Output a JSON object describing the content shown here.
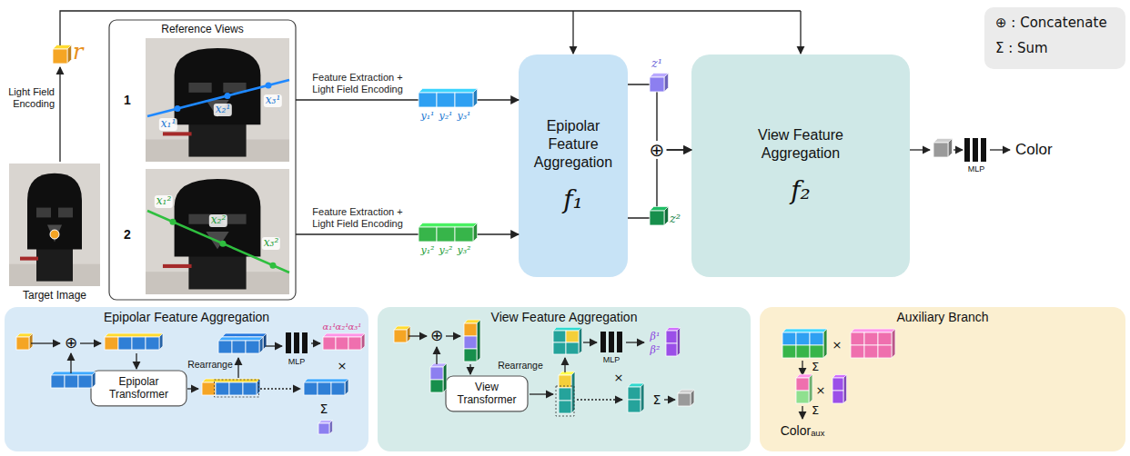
{
  "diagram": {
    "nodes": [
      {
        "text": [
          "Reference Views"
        ]
      },
      {
        "text": [
          "Epipolar Feature Aggregation",
          "f₁"
        ]
      },
      {
        "text": [
          "View Feature Aggregation",
          "f₂"
        ]
      },
      {
        "text": [
          "Epipolar Feature Aggregation"
        ]
      },
      {
        "text": [
          "Epipolar Transformer"
        ],
        "in": 3
      },
      {
        "text": [
          "View Feature Aggregation"
        ]
      },
      {
        "text": [
          "View Transformer"
        ],
        "in": 5
      },
      {
        "text": [
          "Auxiliary Branch"
        ]
      }
    ],
    "edges": [
      {
        "from": 0,
        "to": 1,
        "arrow": "to",
        "label": "Feature Extraction + Light Field Encoding"
      },
      {
        "from": 0,
        "to": 1,
        "arrow": "to",
        "label": "Feature Extraction + Light Field Encoding"
      },
      {
        "from": 1,
        "to": 2,
        "arrow": "to"
      },
      {
        "from": 1,
        "to": 2,
        "arrow": "to"
      }
    ],
    "labels": [
      "r",
      "Light Field Encoding",
      "Target Image",
      "1",
      "2",
      "x₁¹",
      "x₂¹",
      "x₃¹",
      "x₁²",
      "x₂²",
      "x₃²",
      "y₁¹",
      "y₂¹",
      "y₃¹",
      "y₁²",
      "y₂²",
      "y₃²",
      "z¹",
      "⊕",
      "z²",
      "MLP",
      "Color",
      "⊕",
      "Rearrange",
      "MLP",
      "α₁¹",
      "α₂¹",
      "α₃¹",
      "×",
      "Σ",
      "⊕",
      "Rearrange",
      "MLP",
      "β¹",
      "β²",
      "×",
      "Σ",
      "×",
      "Σ",
      "×",
      "Σ",
      "Colorₐᵤₓ"
    ],
    "legend": [
      {
        "text": "⊕ : Concatenate"
      },
      {
        "text": "Σ : Sum"
      }
    ]
  }
}
